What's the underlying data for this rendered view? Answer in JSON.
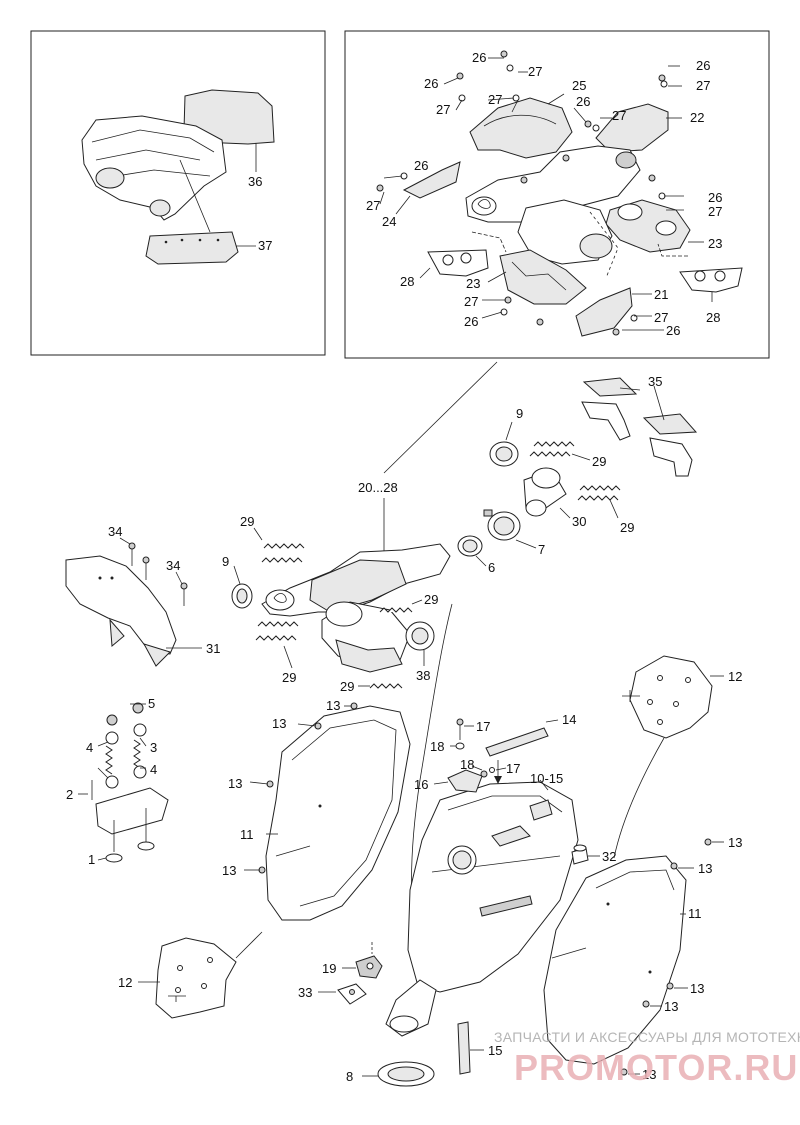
{
  "diagram": {
    "callouts": {
      "c36": "36",
      "c37": "37",
      "c26a": "26",
      "c27a": "27",
      "c26b": "26",
      "c27b": "27",
      "c25": "25",
      "c27c": "27",
      "c26c": "26",
      "c27d": "27",
      "c26d": "26",
      "c27e": "27",
      "c22": "22",
      "c26e": "26",
      "c27f": "27",
      "c24": "24",
      "c26f": "26",
      "c27g": "27",
      "c23a": "23",
      "c28a": "28",
      "c23b": "23",
      "c21": "21",
      "c27h": "27",
      "c26g": "26",
      "c27i": "27",
      "c26h": "26",
      "c28b": "28",
      "c35": "35",
      "c9a": "9",
      "c29a": "29",
      "c20_28": "20...28",
      "c30": "30",
      "c29b": "29",
      "c7": "7",
      "c6": "6",
      "c34a": "34",
      "c34b": "34",
      "c29c": "29",
      "c9b": "9",
      "c29d": "29",
      "c31": "31",
      "c38": "38",
      "c29e": "29",
      "c29f": "29",
      "c5": "5",
      "c4a": "4",
      "c3": "3",
      "c4b": "4",
      "c2": "2",
      "c1": "1",
      "c13a": "13",
      "c13b": "13",
      "c13c": "13",
      "c13d": "13",
      "c11a": "11",
      "c17a": "17",
      "c14": "14",
      "c18a": "18",
      "c18b": "18",
      "c17b": "17",
      "c16": "16",
      "c10_15": "10-15",
      "c12a": "12",
      "c32": "32",
      "c13e": "13",
      "c13f": "13",
      "c11b": "11",
      "c13g": "13",
      "c13h": "13",
      "c13i": "13",
      "c12b": "12",
      "c19": "19",
      "c33": "33",
      "c15": "15",
      "c8": "8"
    },
    "watermark": {
      "line1": "ЗАПЧАСТИ И АКСЕССУАРЫ ДЛЯ МОТОТЕХНИКИ",
      "line2": "PROMOTOR.RU"
    }
  }
}
